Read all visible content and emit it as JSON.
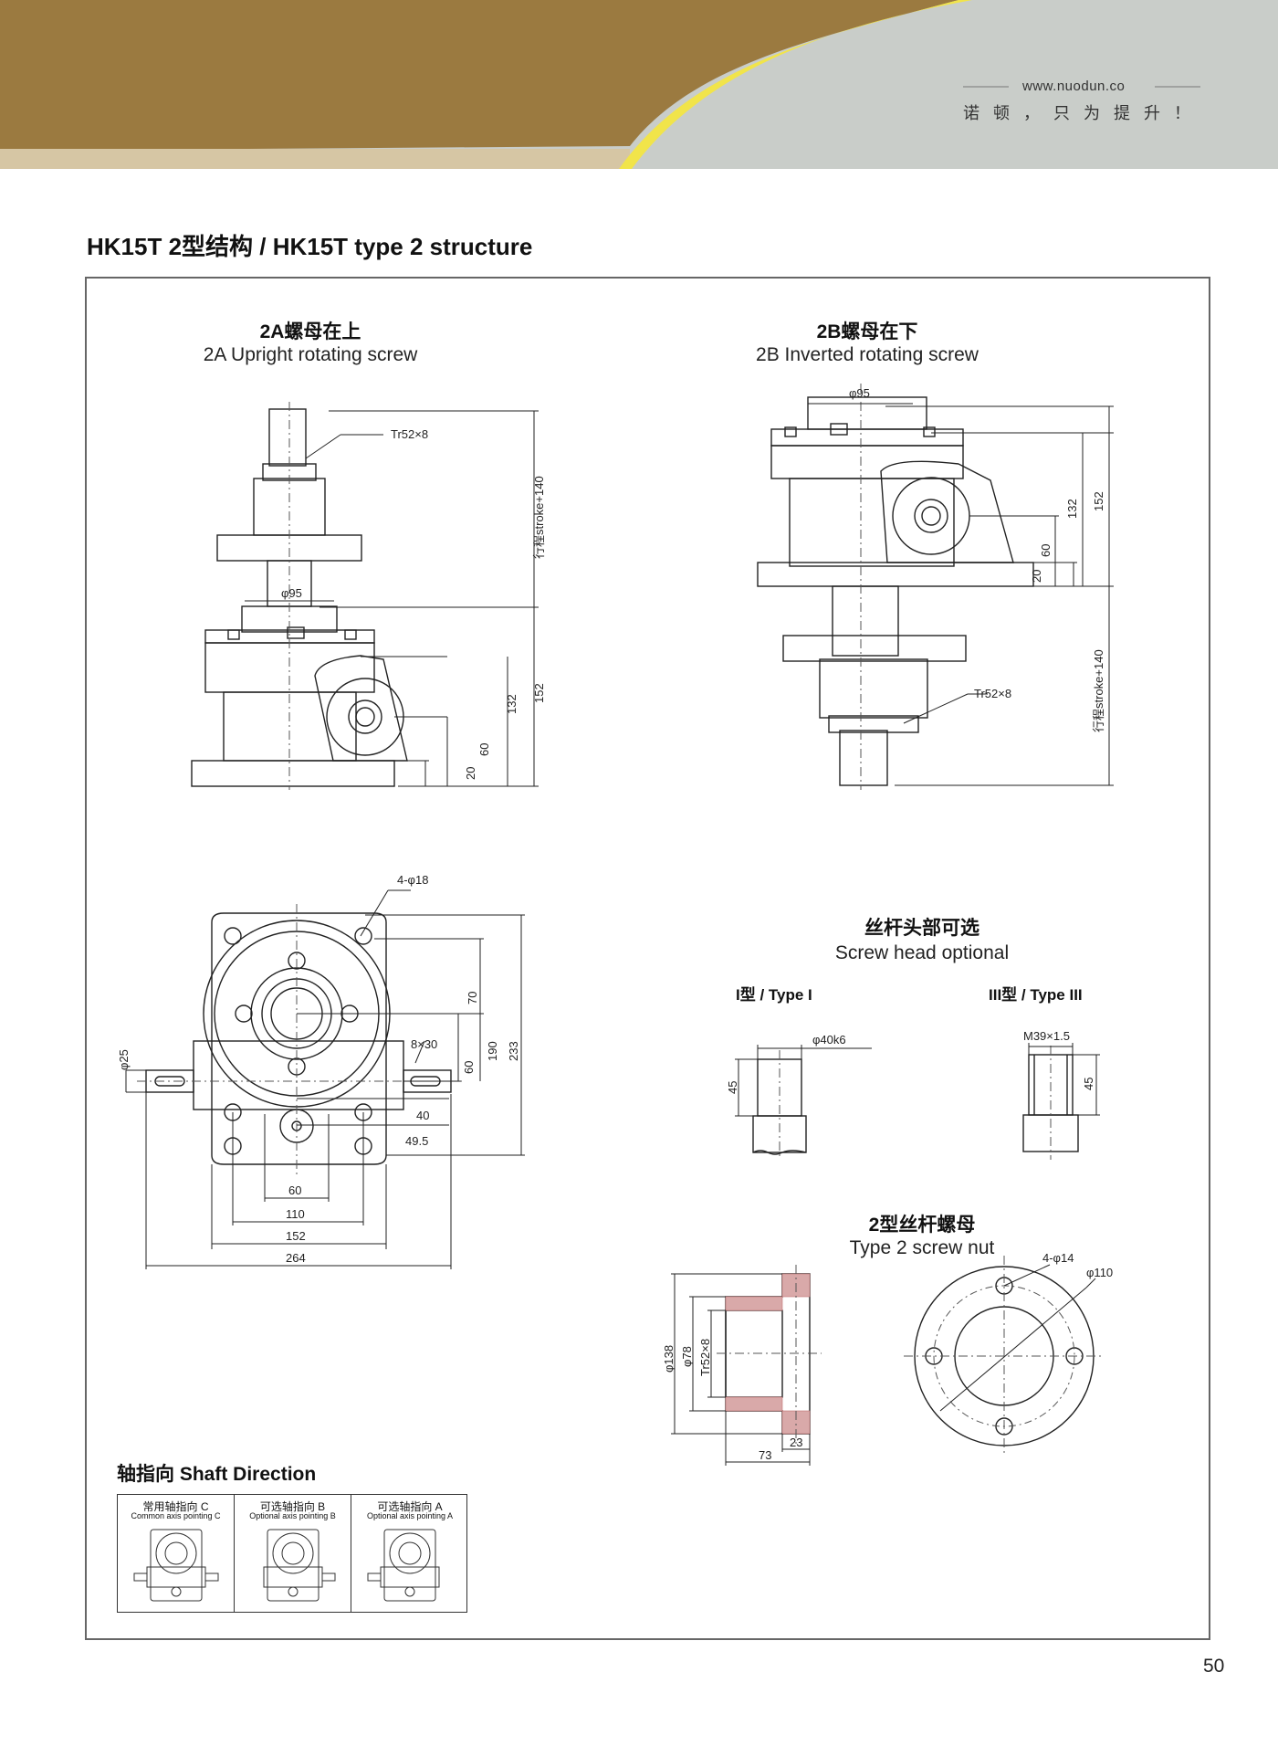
{
  "header": {
    "website": "www.nuodun.co",
    "slogan": "诺顿，只为提升！"
  },
  "page": {
    "title": "HK15T 2型结构 / HK15T type 2 structure",
    "page_number": "50"
  },
  "sections": {
    "upright": {
      "zh": "2A螺母在上",
      "en": "2A Upright rotating screw"
    },
    "inverted": {
      "zh": "2B螺母在下",
      "en": "2B Inverted rotating screw"
    },
    "screw_head": {
      "zh": "丝杆头部可选",
      "en": "Screw head optional"
    },
    "type_i": "I型 / Type I",
    "type_iii": "III型 / Type III",
    "screw_nut": {
      "zh": "2型丝杆螺母",
      "en": "Type 2 screw nut"
    },
    "shaft_direction": "轴指向 Shaft Direction"
  },
  "dimensions": {
    "tr": "Tr52×8",
    "stroke": "行程stroke+140",
    "phi95": "φ95",
    "d132": "132",
    "d152": "152",
    "d60": "60",
    "d20": "20",
    "holes": "4-φ18",
    "keyway": "8×30",
    "d70": "70",
    "d190": "190",
    "d233": "233",
    "phi25": "φ25",
    "d40": "40",
    "d49_5": "49.5",
    "b60": "60",
    "b110": "110",
    "b152": "152",
    "b264": "264",
    "phi40k6": "φ40k6",
    "h45": "45",
    "m39": "M39×1.5",
    "nut_holes": "4-φ14",
    "phi110": "φ110",
    "phi138": "φ138",
    "phi78": "φ78",
    "tr_nut": "Tr52×8",
    "d23": "23",
    "d73": "73"
  },
  "shaft_options": [
    {
      "zh": "常用轴指向 C",
      "en": "Common axis pointing C"
    },
    {
      "zh": "可选轴指向 B",
      "en": "Optional axis pointing B"
    },
    {
      "zh": "可选轴指向 A",
      "en": "Optional axis pointing A"
    }
  ],
  "colors": {
    "banner_brown": "#9a7840",
    "banner_gray": "#c8ccc8",
    "banner_accent": "#f1e44a",
    "frame": "#666666"
  }
}
